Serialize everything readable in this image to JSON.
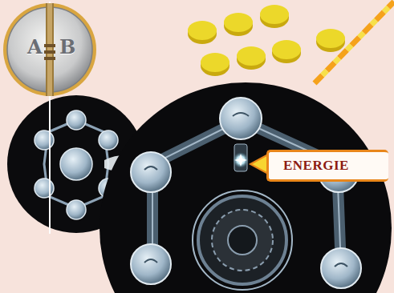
{
  "diagram": {
    "nodes": [
      {
        "text": [
          "ENERGIE"
        ]
      }
    ],
    "labels": [
      "A",
      "B"
    ]
  }
}
